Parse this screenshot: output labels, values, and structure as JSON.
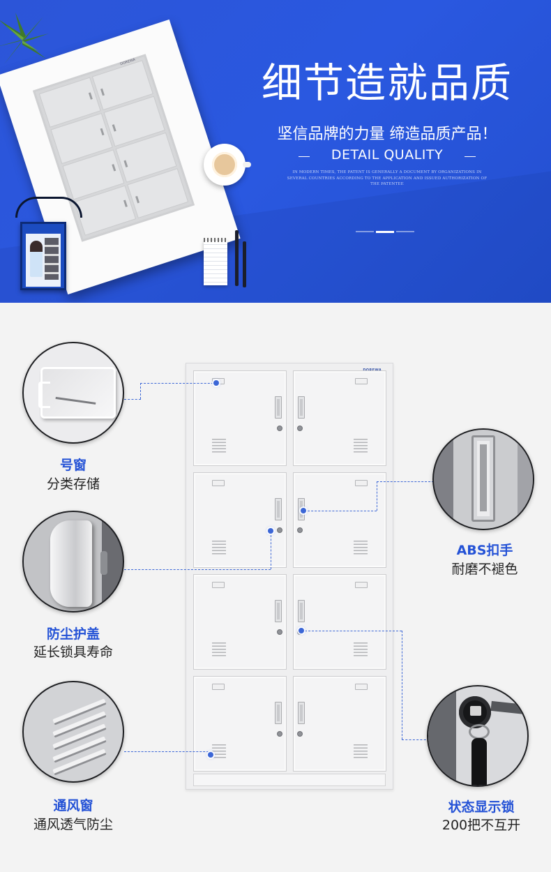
{
  "hero": {
    "headline": "细节造就品质",
    "subhead": "坚信品牌的力量 缔造品质产品！",
    "english_title": "DETAIL QUALITY",
    "fine_print": "IN MODERN TIMES, THE PATENT IS GENERALLY A DOCUMENT BY ORGANIZATIONS IN SEVERAL COUNTRIES ACCORDING TO THE APPLICATION AND ISSUED AUTHORIZATION OF THE PATENTEE"
  },
  "cabinet": {
    "logo": "DOREWA"
  },
  "features": [
    {
      "title": "号窗",
      "desc": "分类存储",
      "icon": "label-window-icon"
    },
    {
      "title": "ABS扣手",
      "desc": "耐磨不褪色",
      "icon": "abs-handle-icon"
    },
    {
      "title": "防尘护盖",
      "desc": "延长锁具寿命",
      "icon": "dust-cover-icon"
    },
    {
      "title": "通风窗",
      "desc": "通风透气防尘",
      "icon": "vent-window-icon"
    },
    {
      "title": "状态显示锁",
      "desc": "200把不互开",
      "icon": "status-lock-icon"
    }
  ],
  "colors": {
    "banner_blue": "#2a58e0",
    "accent_blue": "#2452d6",
    "background": "#f3f3f3"
  }
}
